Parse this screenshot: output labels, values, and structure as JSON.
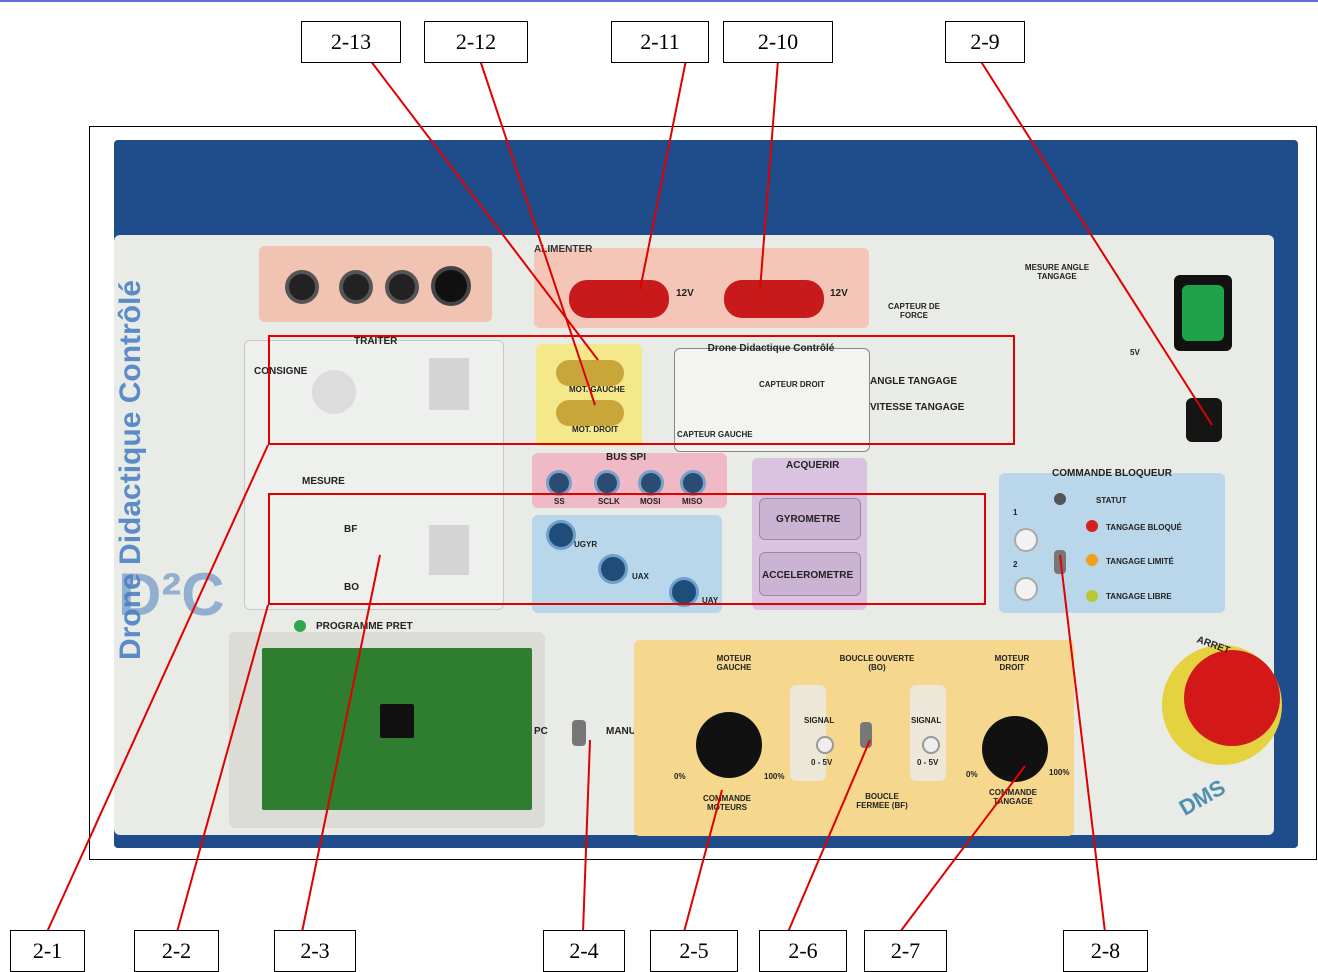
{
  "callouts_top": [
    "2-13",
    "2-12",
    "2-11",
    "2-10",
    "2-9"
  ],
  "callouts_bottom": [
    "2-1",
    "2-2",
    "2-3",
    "2-4",
    "2-5",
    "2-6",
    "2-7",
    "2-8"
  ],
  "panel_labels": {
    "alimenter": "ALIMENTER",
    "v12_left": "12V",
    "v12_right": "12V",
    "mesure_angle": "MESURE ANGLE TANGAGE",
    "capteur_force": "CAPTEUR DE FORCE",
    "v5": "5V",
    "traiter": "TRAITER",
    "consigne": "CONSIGNE",
    "mesure": "MESURE",
    "bf": "BF",
    "bo": "BO",
    "drone_title": "Drone Didactique Contrôlé",
    "capteur_droit": "CAPTEUR DROIT",
    "capteur_gauche": "CAPTEUR GAUCHE",
    "angle_tangage": "ANGLE TANGAGE",
    "vitesse_tangage": "VITESSE TANGAGE",
    "mot_gauche": "MOT. GAUCHE",
    "mot_droit": "MOT. DROIT",
    "bus_spi": "BUS SPI",
    "ss": "SS",
    "sclk": "SCLK",
    "mosi": "MOSI",
    "miso": "MISO",
    "acquerir": "ACQUERIR",
    "gyrometre": "GYROMETRE",
    "accelerometre": "ACCELEROMETRE",
    "ugyr": "UGYR",
    "uax": "UAX",
    "uay": "UAY",
    "commande_bloqueur": "COMMANDE BLOQUEUR",
    "statut": "STATUT",
    "tangage_bloque": "TANGAGE BLOQUÉ",
    "tangage_limite": "TANGAGE LIMITÉ",
    "tangage_libre": "TANGAGE LIBRE",
    "pos1": "1",
    "pos2": "2",
    "programme_pret": "PROGRAMME PRET",
    "pc": "PC",
    "manu": "MANU",
    "moteur_gauche": "MOTEUR GAUCHE",
    "boucle_ouverte": "BOUCLE OUVERTE (BO)",
    "moteur_droit": "MOTEUR DROIT",
    "signal1": "SIGNAL",
    "signal2": "SIGNAL",
    "range1": "0 - 5V",
    "range2": "0 - 5V",
    "boucle_fermee": "BOUCLE FERMEE (BF)",
    "commande_moteurs": "COMMANDE MOTEURS",
    "commande_tangage": "COMMANDE TANGAGE",
    "pct0_left": "0%",
    "pct100_left": "100%",
    "pct0_right": "0%",
    "pct100_right": "100%",
    "brand_line1": "Drone",
    "brand_line2": "Didactique",
    "brand_line3": "Contrôlé",
    "brand_mark": "D²C",
    "arret": "ARRET",
    "dms": "DMS"
  },
  "colors": {
    "panel": "#e9ebe6",
    "highlight": "#e00000",
    "chassis": "#1f4d8c"
  }
}
